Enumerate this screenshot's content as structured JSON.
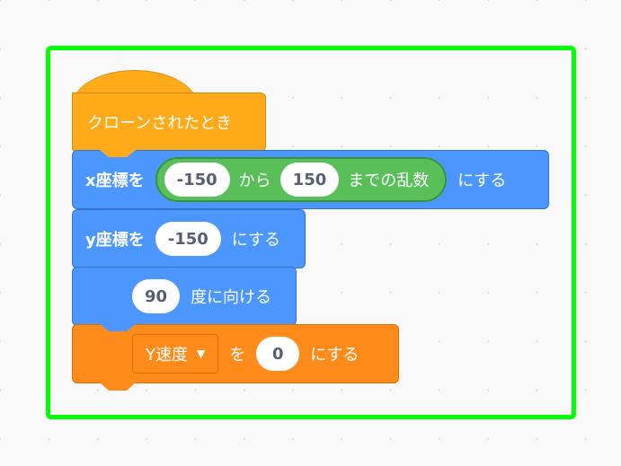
{
  "canvas": {
    "background_color": "#f9f9f9",
    "highlight_color": "#00ff00"
  },
  "script": {
    "hat_block": {
      "label": "クローンされたとき",
      "color": "#ffab19"
    },
    "set_x_block": {
      "prefix": "x座標を",
      "suffix": "にする",
      "color": "#4c97ff",
      "random_reporter": {
        "from_value": "-150",
        "from_label": "から",
        "to_value": "150",
        "to_label": "までの乱数",
        "color": "#59c059"
      }
    },
    "set_y_block": {
      "prefix": "y座標を",
      "value": "-150",
      "suffix": "にする",
      "color": "#4c97ff"
    },
    "point_direction_block": {
      "value": "90",
      "suffix": "度に向ける",
      "color": "#4c97ff"
    },
    "set_variable_block": {
      "variable": "Y速度",
      "dropdown_icon": "triangle-down",
      "middle_label": "を",
      "value": "0",
      "suffix": "にする",
      "color": "#ff8c1a"
    }
  }
}
